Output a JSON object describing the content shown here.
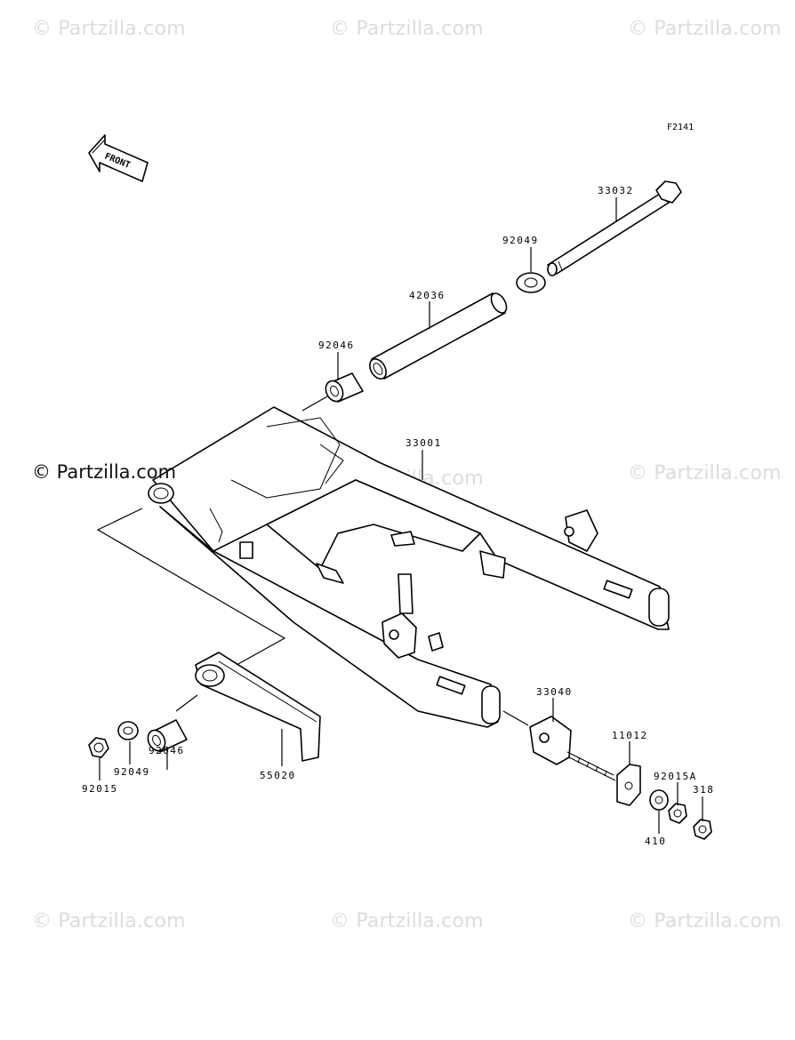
{
  "watermarks": [
    "© Partzilla.com",
    "© Partzilla.com",
    "© Partzilla.com",
    "© Partzilla.com",
    "© Partzilla.com",
    "© Partzilla.com",
    "© Partzilla.com",
    "© Partzilla.com"
  ],
  "brand": "© Partzilla.com",
  "figure_id": "F2141",
  "front_label": "FRONT",
  "parts": {
    "p33032": "33032",
    "p92049_top": "92049",
    "p42036": "42036",
    "p92046_top": "92046",
    "p33001": "33001",
    "p33040": "33040",
    "p11012": "11012",
    "p92015A": "92015A",
    "p318": "318",
    "p410": "410",
    "p55020": "55020",
    "p92046_bot": "92046",
    "p92049_bot": "92049",
    "p92015": "92015"
  }
}
